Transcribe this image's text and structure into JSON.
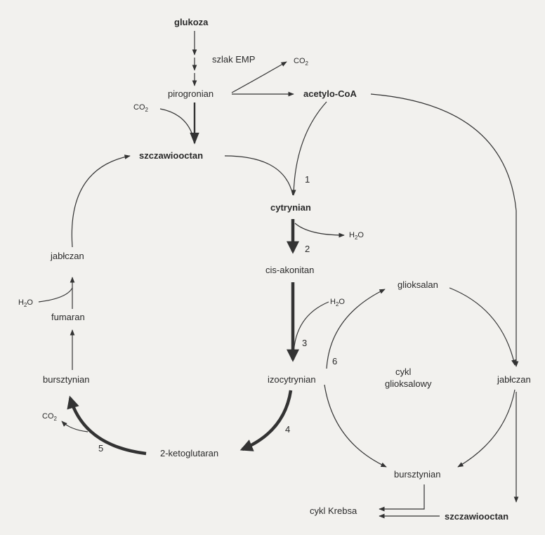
{
  "nodes": {
    "glukoza": "glukoza",
    "szlak_emp": "szlak EMP",
    "pirogronian": "pirogronian",
    "acetylo_coa": "acetylo-CoA",
    "szczawiooctan_top": "szczawiooctan",
    "cytrynian": "cytrynian",
    "cis_akonitan": "cis-akonitan",
    "izocytrynian": "izocytrynian",
    "ketoglutaran": "2-ketoglutaran",
    "bursztynian_left": "bursztynian",
    "fumaran": "fumaran",
    "jablczan_left": "jabłczan",
    "glioksalan": "glioksalan",
    "jablczan_right": "jabłczan",
    "bursztynian_bottom": "bursztynian",
    "szczawiooctan_bottom": "szczawiooctan",
    "cykl_krebsa": "cykl Krebsa",
    "cykl_glioksalowy_line1": "cykl",
    "cykl_glioksalowy_line2": "glioksalowy"
  },
  "molecules": {
    "co2_main": "CO",
    "co2_sub": "2",
    "h2o_main_h": "H",
    "h2o_sub": "2",
    "h2o_main_o": "O"
  },
  "step_numbers": [
    "1",
    "2",
    "3",
    "4",
    "5",
    "6"
  ]
}
